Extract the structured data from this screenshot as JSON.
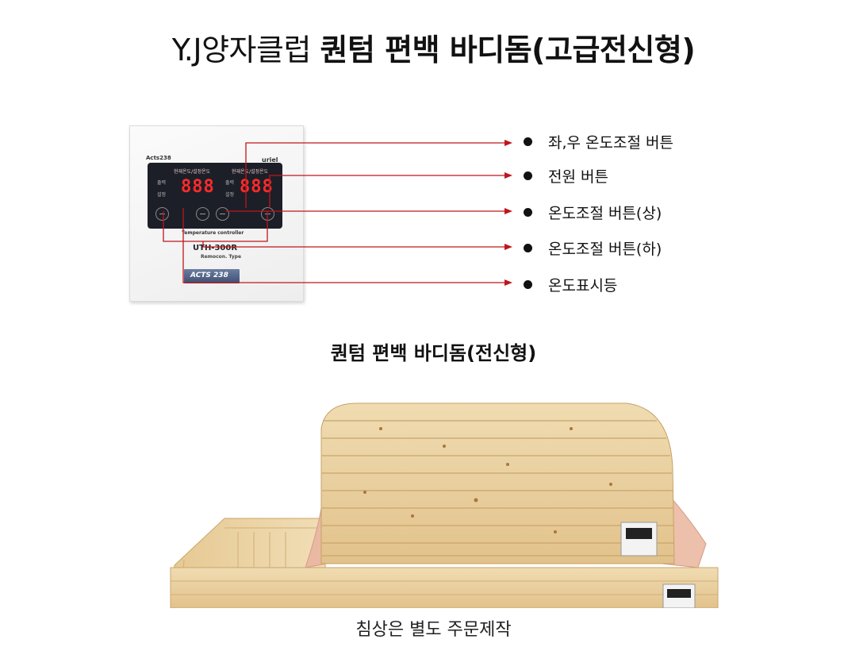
{
  "header": {
    "title_prefix": "Y.J양자클럽",
    "title_main": "퀀텀 편백 바디돔(고급전신형)"
  },
  "controller": {
    "brand_left": "Acts238",
    "brand_right": "uriel",
    "display_label_left": "현재온도/설정온도",
    "display_label_right": "현재온도/설정온도",
    "side_label_top_left": "출력",
    "side_label_bottom_left": "설정",
    "side_label_top_right": "출력",
    "side_label_bottom_right": "설정",
    "digits_left": "888",
    "digits_right": "888",
    "caption": "Temperature controller",
    "model": "UTH-300R",
    "type": "Remocon. Type",
    "badge": "ACTS 238"
  },
  "callouts": [
    {
      "label": "좌,우 온도조절 버튼"
    },
    {
      "label": "전원 버튼"
    },
    {
      "label": "온도조절 버튼(상)"
    },
    {
      "label": "온도조절 버튼(하)"
    },
    {
      "label": "온도표시등"
    }
  ],
  "colors": {
    "leader_line": "#c0161c",
    "digits": "#ff2a2a",
    "wood": "#e9cf9e"
  },
  "subtitle": "퀀텀 편백 바디돔(전신형)",
  "footer": {
    "caption": "침상은 별도 주문제작"
  }
}
